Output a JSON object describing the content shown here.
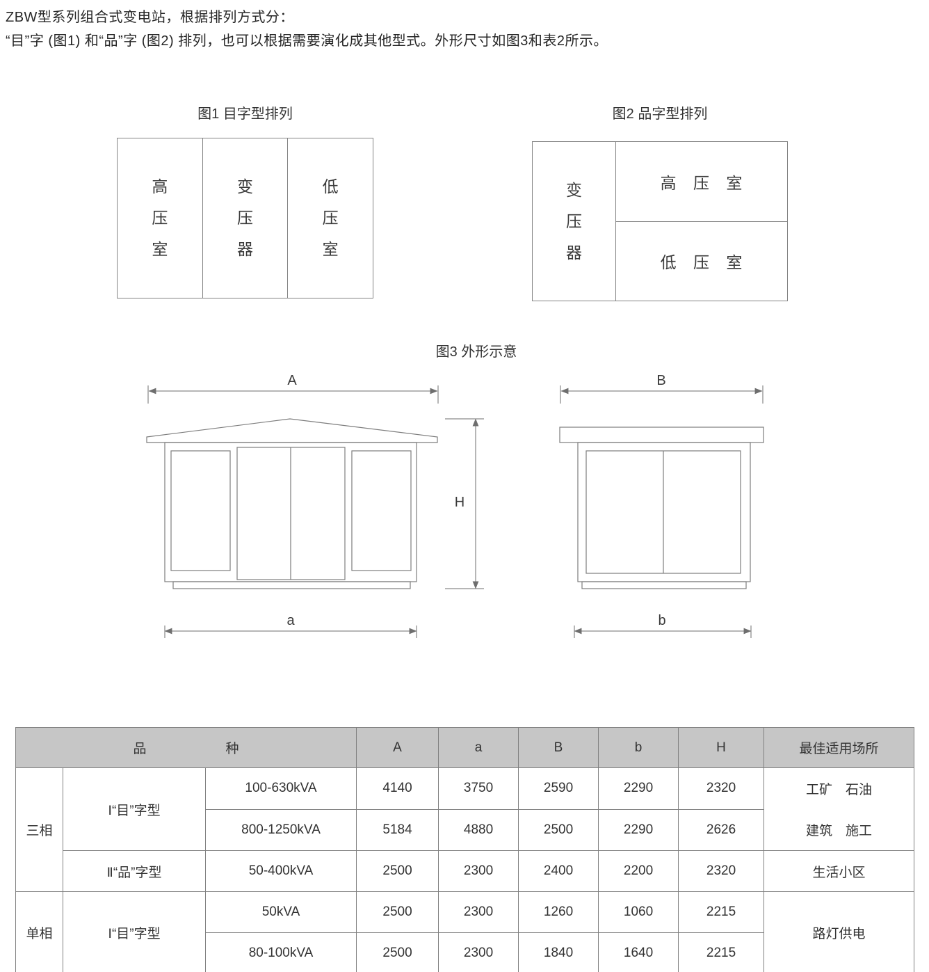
{
  "intro": {
    "line1": "ZBW型系列组合式变电站，根据排列方式分：",
    "line2": "“目”字 (图1) 和“品”字 (图2) 排列，也可以根据需要演化成其他型式。外形尺寸如图3和表2所示。"
  },
  "figure1": {
    "caption": "图1 目字型排列",
    "high": "高压室",
    "trans": "变压器",
    "low": "低压室"
  },
  "figure2": {
    "caption": "图2 品字型排列",
    "trans": "变压器",
    "high": "高 压 室",
    "low": "低 压 室"
  },
  "figure3": {
    "caption": "图3 外形示意",
    "labels": {
      "A": "A",
      "B": "B",
      "H": "H",
      "a": "a",
      "b": "b"
    }
  },
  "table": {
    "headers": {
      "product": "品　　　　　　种",
      "A": "A",
      "a": "a",
      "B": "B",
      "b": "b",
      "H": "H",
      "place": "最佳适用场所"
    },
    "phase3": "三相",
    "phase1": "单相",
    "type_mu3": "Ⅰ“目”字型",
    "type_pin": "Ⅱ“品”字型",
    "type_mu1": "Ⅰ“目”字型",
    "r1": {
      "kva": "100-630kVA",
      "A": "4140",
      "a": "3750",
      "B": "2590",
      "b": "2290",
      "H": "2320"
    },
    "r2": {
      "kva": "800-1250kVA",
      "A": "5184",
      "a": "4880",
      "B": "2500",
      "b": "2290",
      "H": "2626"
    },
    "r3": {
      "kva": "50-400kVA",
      "A": "2500",
      "a": "2300",
      "B": "2400",
      "b": "2200",
      "H": "2320"
    },
    "r4": {
      "kva": "50kVA",
      "A": "2500",
      "a": "2300",
      "B": "1260",
      "b": "1060",
      "H": "2215"
    },
    "r5": {
      "kva": "80-100kVA",
      "A": "2500",
      "a": "2300",
      "B": "1840",
      "b": "1640",
      "H": "2215"
    },
    "place12": {
      "line1": "工矿　石油",
      "line2": "建筑　施工"
    },
    "place3": "生活小区",
    "place45": "路灯供电"
  }
}
